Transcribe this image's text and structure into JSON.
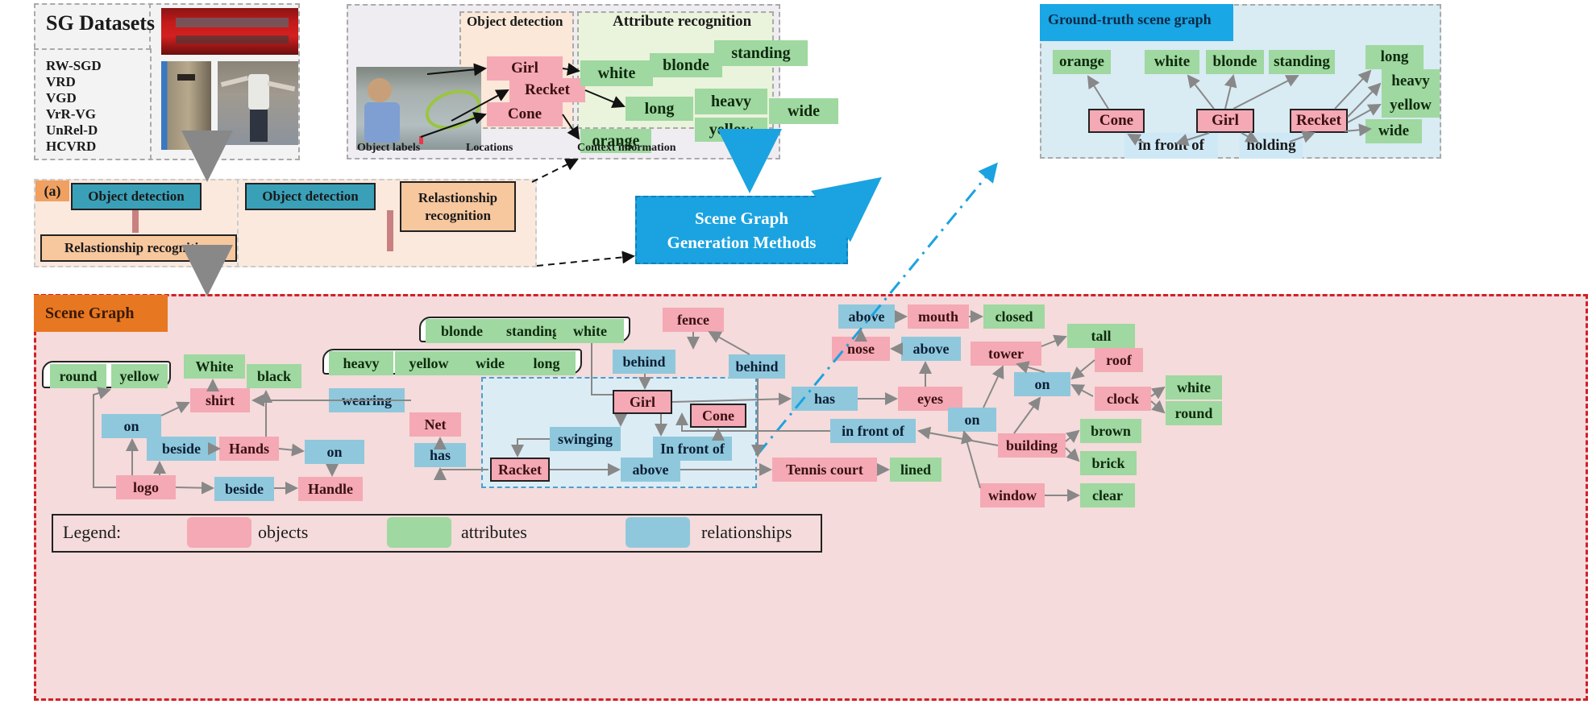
{
  "datasets": {
    "title": "SG Datasets",
    "items": [
      "RW-SGD",
      "VRD",
      "VGD",
      "VrR-VG",
      "UnRel-D",
      "HCVRD"
    ]
  },
  "pipeline_top": {
    "object_detection_title": "Object detection",
    "attribute_recognition_title": "Attribute recognition",
    "detected_objects": [
      "Girl",
      "Recket",
      "Cone"
    ],
    "attributes": {
      "girl": [
        "white",
        "blonde",
        "standing"
      ],
      "racket": [
        "long",
        "heavy",
        "yellow",
        "wide"
      ],
      "cone": [
        "orange"
      ]
    },
    "footer_labels": [
      "Object labels",
      "Locations",
      "Context information"
    ]
  },
  "ground_truth": {
    "title": "Ground-truth scene graph",
    "objects": [
      "Cone",
      "Girl",
      "Recket"
    ],
    "attributes": [
      "orange",
      "white",
      "blonde",
      "standing",
      "long",
      "heavy",
      "yellow",
      "wide"
    ],
    "relations": [
      "in front of",
      "holding"
    ]
  },
  "approaches": {
    "tag": "(a)",
    "left": {
      "step1": "Object detection",
      "step2": "Relastionship recognition"
    },
    "right": {
      "step1": "Object detection",
      "step2": "Relastionship recognition"
    }
  },
  "methods_box": {
    "line1": "Scene Graph",
    "line2": "Generation  Methods"
  },
  "scene_graph": {
    "title": "Scene Graph",
    "objects": {
      "shirt": "shirt",
      "hands": "Hands",
      "handle": "Handle",
      "logo": "logo",
      "net": "Net",
      "girl": "Girl",
      "cone": "Cone",
      "racket": "Racket",
      "fence": "fence",
      "tennis_court": "Tennis court",
      "nose": "nose",
      "mouth": "mouth",
      "eyes": "eyes",
      "tower": "tower",
      "roof": "roof",
      "clock": "clock",
      "building": "building",
      "window": "window"
    },
    "attributes": {
      "white_shirt": "White",
      "black": "black",
      "round": "round",
      "yellow_logo": "yellow",
      "blonde": "blonde",
      "standing": "standing",
      "white_girl": "white",
      "heavy": "heavy",
      "yellow_racket": "yellow",
      "wide": "wide",
      "long": "long",
      "closed": "closed",
      "tall": "tall",
      "white_clock": "white",
      "round_clock": "round",
      "brown": "brown",
      "brick": "brick",
      "lined": "lined",
      "clear": "clear"
    },
    "relations": {
      "on_logo": "on",
      "beside_hands": "beside",
      "on_hands": "on",
      "beside_logo": "beside",
      "wearing": "wearing",
      "has_net": "has",
      "swinging": "swinging",
      "in_front_cone": "In front of",
      "above_racket": "above",
      "behind_fence": "behind",
      "behind_court": "behind",
      "has_eyes": "has",
      "above_mouth": "above",
      "above_nose": "above",
      "on_tower": "on",
      "on_roof": "on",
      "in_front_building": "in front of"
    }
  },
  "legend": {
    "title": "Legend:",
    "items": [
      {
        "label": "objects",
        "color": "#f4a9b5"
      },
      {
        "label": "attributes",
        "color": "#9fd8a0"
      },
      {
        "label": "relationships",
        "color": "#8fc8dc"
      }
    ]
  },
  "colors": {
    "object": "#f4a9b5",
    "attribute": "#9fd8a0",
    "relation": "#8fc8dc",
    "methods_blue": "#1aa3e0",
    "scene_graph_orange": "#e87722",
    "dashed_red": "#d0202a"
  }
}
